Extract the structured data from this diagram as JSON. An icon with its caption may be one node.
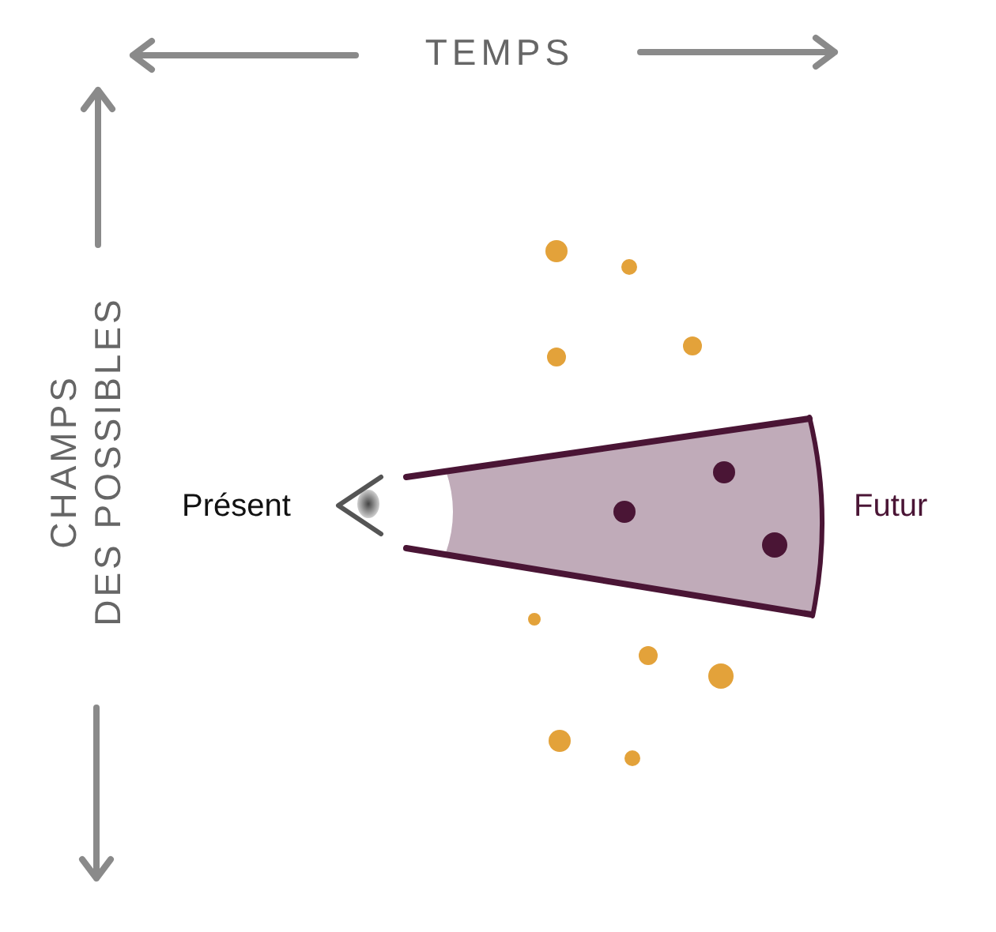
{
  "diagram": {
    "labels": [
      "TEMPS",
      "CHAMPS DES POSSIBLES",
      "Présent",
      "Futur"
    ]
  }
}
